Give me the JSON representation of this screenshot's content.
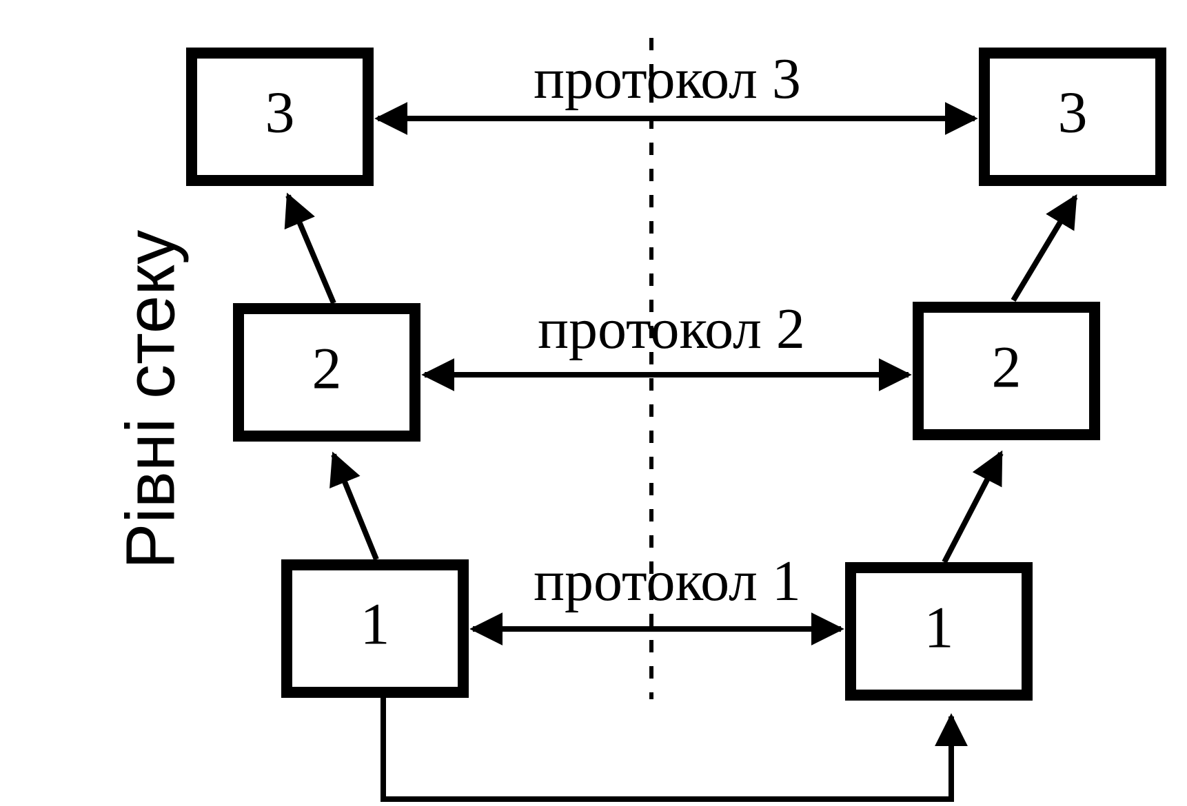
{
  "axis_label": "Рівні стеку",
  "protocols": [
    {
      "label": "протокол 3"
    },
    {
      "label": "протокол 2"
    },
    {
      "label": "протокол 1"
    }
  ],
  "left_stack": [
    {
      "label": "3"
    },
    {
      "label": "2"
    },
    {
      "label": "1"
    }
  ],
  "right_stack": [
    {
      "label": "3"
    },
    {
      "label": "2"
    },
    {
      "label": "1"
    }
  ]
}
